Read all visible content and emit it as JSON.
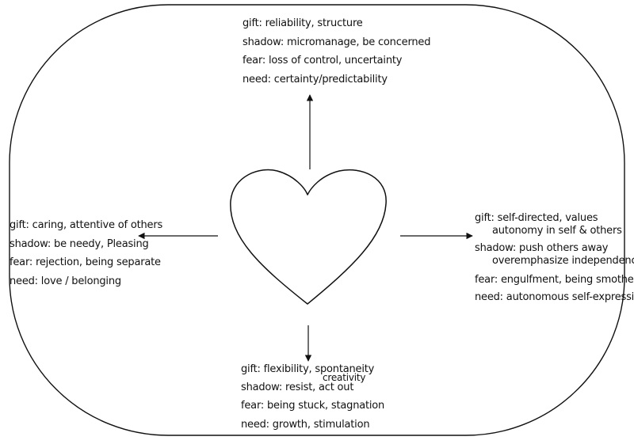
{
  "top": {
    "gift": "gift:  reliability, structure",
    "shadow": "shadow: micromanage, be concerned",
    "fear": "fear: loss of control, uncertainty",
    "need": "need: certainty/predictability"
  },
  "left": {
    "gift": "gift:  caring, attentive of others",
    "shadow": "shadow: be needy, Pleasing",
    "fear": "fear:  rejection, being separate",
    "need": "need: love / belonging"
  },
  "right": {
    "gift": "gift:  self-directed, values",
    "gift_cont": "autonomy in self & others",
    "shadow": "shadow: push others away",
    "shadow_cont": "overemphasize independence",
    "fear": "fear: engulfment, being smothered",
    "need": "need: autonomous self-expression"
  },
  "bottom": {
    "gift": "gift: flexibility, spontaneity",
    "gift_cont": "creativity",
    "shadow": "shadow: resist, act out",
    "fear": "fear: being stuck, stagnation",
    "need": "need: growth, stimulation"
  }
}
